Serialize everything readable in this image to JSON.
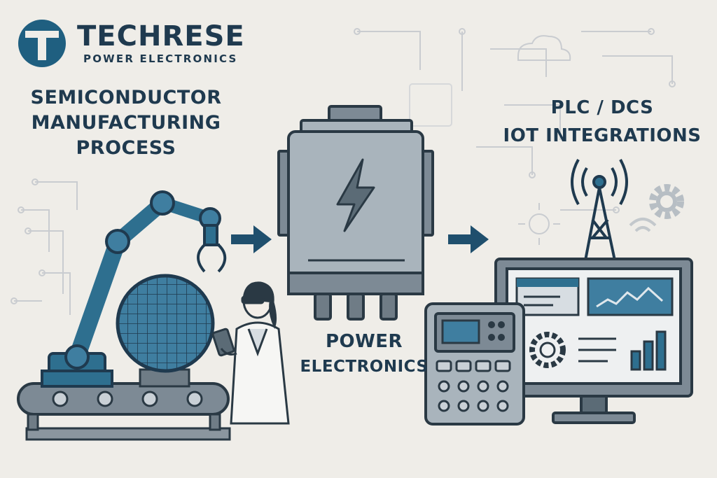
{
  "brand": {
    "name": "TECHRESE",
    "tagline": "POWER ELECTRONICS",
    "logo_letter": "T"
  },
  "sections": {
    "semiconductor": {
      "line1": "SEMICONDUCTOR",
      "line2": "MANUFACTURING",
      "line3": "PROCESS"
    },
    "power": {
      "line1": "POWER",
      "line2": "ELECTRONICS"
    },
    "integrations": {
      "line1": "PLC / DCS",
      "line2": "IOT INTEGRATIONS"
    }
  },
  "icons": {
    "power_module": "lightning-bolt-icon",
    "network": "radio-tower-icon",
    "settings": "gear-icon",
    "wireless": "wifi-icon",
    "cloud": "cloud-icon"
  },
  "colors": {
    "background": "#efede8",
    "brand_blue": "#1f5f80",
    "dark_navy": "#1f3a4f",
    "steel": "#7d8a95",
    "light_steel": "#a9b4bc",
    "accent_teal": "#2e6f8f"
  }
}
